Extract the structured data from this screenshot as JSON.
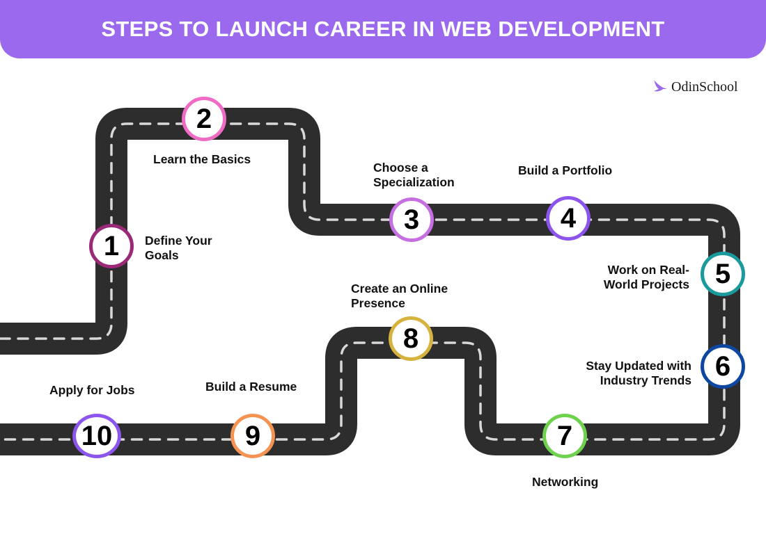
{
  "header": {
    "title": "STEPS TO LAUNCH CAREER IN WEB DEVELOPMENT",
    "background": "#9b69ee"
  },
  "logo": {
    "text": "OdinSchool",
    "icon": "bird-icon",
    "icon_color": "#9b69ee"
  },
  "road": {
    "color": "#2d2d2d",
    "lane_marking_color": "#d8d8d8"
  },
  "steps": [
    {
      "number": "1",
      "label_line1": "Define Your",
      "label_line2": "Goals",
      "color": "#9a2a78"
    },
    {
      "number": "2",
      "label_line1": "Learn the Basics",
      "label_line2": "",
      "color": "#f06cc4"
    },
    {
      "number": "3",
      "label_line1": "Choose a",
      "label_line2": "Specialization",
      "color": "#c56fe0"
    },
    {
      "number": "4",
      "label_line1": "Build a Portfolio",
      "label_line2": "",
      "color": "#8c55ee"
    },
    {
      "number": "5",
      "label_line1": "Work on Real-",
      "label_line2": "World Projects",
      "color": "#1b9a9c"
    },
    {
      "number": "6",
      "label_line1": "Stay Updated with",
      "label_line2": "Industry Trends",
      "color": "#0d47a1"
    },
    {
      "number": "7",
      "label_line1": "Networking",
      "label_line2": "",
      "color": "#6fd24f"
    },
    {
      "number": "8",
      "label_line1": "Create an Online",
      "label_line2": "Presence",
      "color": "#d6b33e"
    },
    {
      "number": "9",
      "label_line1": "Build a Resume",
      "label_line2": "",
      "color": "#f59352"
    },
    {
      "number": "10",
      "label_line1": "Apply for Jobs",
      "label_line2": "",
      "color": "#8c55ee"
    }
  ]
}
